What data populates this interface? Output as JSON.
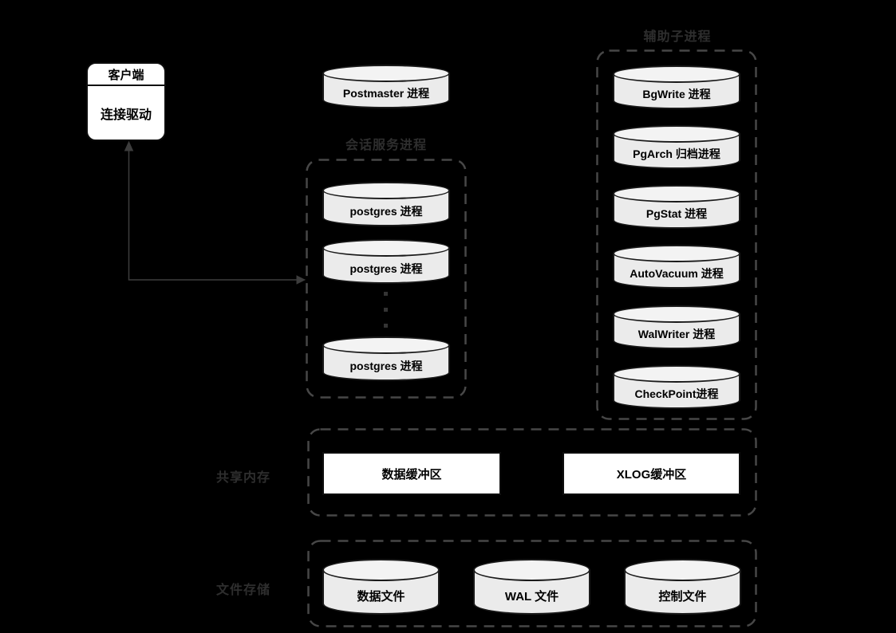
{
  "client": {
    "title": "客户端",
    "body": "连接驱动"
  },
  "postmaster": {
    "label": "Postmaster 进程"
  },
  "session_group": {
    "title": "会话服务进程",
    "processes": [
      "postgres 进程",
      "postgres 进程",
      "postgres 进程"
    ]
  },
  "aux_group": {
    "title": "辅助子进程",
    "processes": [
      "BgWrite 进程",
      "PgArch 归档进程",
      "PgStat 进程",
      "AutoVacuum 进程",
      "WalWriter 进程",
      "CheckPoint进程"
    ]
  },
  "shared_memory": {
    "title": "共享内存",
    "blocks": [
      "数据缓冲区",
      "XLOG缓冲区"
    ]
  },
  "file_storage": {
    "title": "文件存储",
    "items": [
      "数据文件",
      "WAL 文件",
      "控制文件"
    ]
  },
  "colors": {
    "background": "#000000",
    "cylinder_fill": "#ebebeb",
    "cylinder_top_fill": "#f3f3f3",
    "outline": "#1a1a1a",
    "dashed_border": "#474747",
    "section_label": "#2e2e2e",
    "block_fill": "#ffffff",
    "connector": "#3d3d3d"
  }
}
